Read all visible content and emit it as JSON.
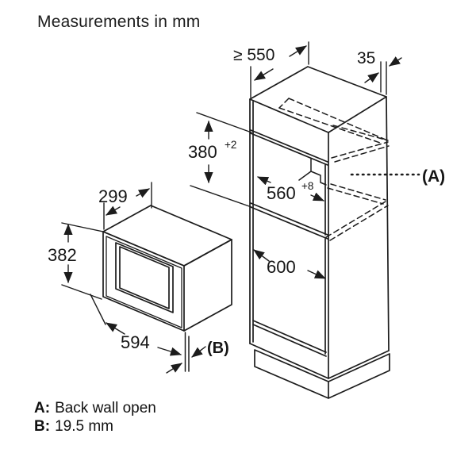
{
  "title": "Measurements in mm",
  "drawing": {
    "cabinet": "tall-built-in-cabinet-isometric",
    "appliance": "built-in-microwave-isometric",
    "line_color": "#1c1c1c",
    "background": "#ffffff"
  },
  "dimensions": {
    "cabinet_depth_min": {
      "value": "≥ 550"
    },
    "side_wall_thickness": {
      "value": "35"
    },
    "niche_height": {
      "value": "380",
      "tolerance": "+2"
    },
    "niche_width": {
      "value": "560",
      "tolerance": "+8"
    },
    "lower_niche_width": {
      "value": "600"
    },
    "appliance_depth": {
      "value": "299"
    },
    "appliance_height": {
      "value": "382"
    },
    "appliance_width": {
      "value": "594"
    }
  },
  "labels": {
    "a_ref": "(A)",
    "b_ref": "(B)"
  },
  "legend": {
    "a_key": "A:",
    "a_value": "Back wall open",
    "b_key": "B:",
    "b_value": "19.5 mm"
  }
}
